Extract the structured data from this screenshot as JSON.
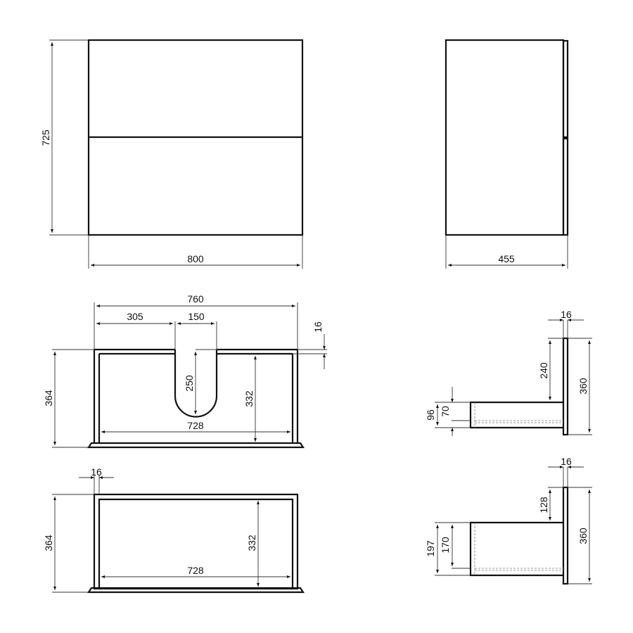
{
  "drawing": {
    "background": "#ffffff",
    "line_color": "#111111"
  },
  "front_view": {
    "width": "800",
    "height": "725"
  },
  "side_view": {
    "depth": "455"
  },
  "top_drawer_plan": {
    "overall_width": "760",
    "cutout_offset": "305",
    "cutout_width": "150",
    "panel_thickness": "16",
    "cutout_depth": "250",
    "overall_depth": "364",
    "inner_depth": "332",
    "inner_width": "728"
  },
  "bottom_drawer_plan": {
    "panel_thickness": "16",
    "overall_depth": "364",
    "inner_depth": "332",
    "inner_width": "728"
  },
  "top_drawer_section": {
    "front_thickness": "16",
    "upper_offset": "240",
    "front_height": "360",
    "drawer_height": "96",
    "inner_height": "70"
  },
  "bottom_drawer_section": {
    "front_thickness": "16",
    "upper_offset": "128",
    "front_height": "360",
    "drawer_height": "197",
    "inner_height": "170"
  }
}
